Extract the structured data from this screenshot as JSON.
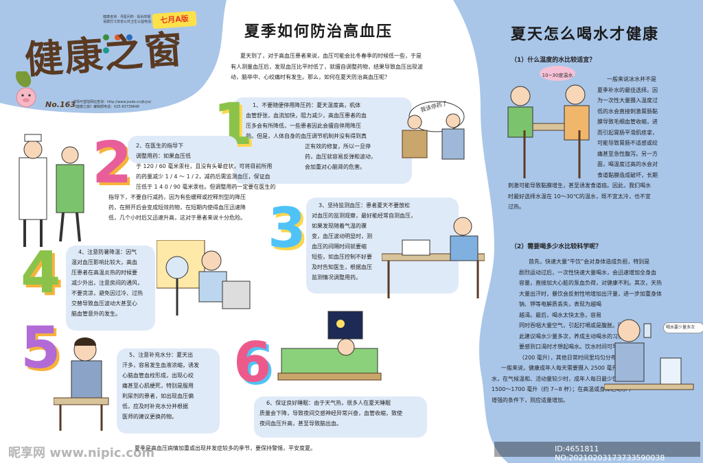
{
  "masthead": {
    "title": "健康之窗",
    "edition_badge": "七月A版",
    "issue_no": "No.163",
    "top_lines": [
      "健康咨询 · 寻医问药 · 投诉举报",
      "请拨打江苏省公共卫生公益电话：12320"
    ],
    "bottom_lines": [
      "详情可登陆网站查询：http://www.jssdo.cn/jk/yx/",
      "《健康之窗》编辑部电话：025-83739648"
    ]
  },
  "article_left": {
    "title": "夏季如何防治高血压",
    "intro": [
      "夏天到了，对于高血压患者来说，血压可能会比冬春季的时候低一些，于是",
      "有人测量血压后，发现血压比平时低了，就擅自调整药物，结果导致血压出现波",
      "动，脑卒中、心绞痛时有发生。那么，如何在夏天防治高血压呢？"
    ],
    "p1": [
      "1、不要随便停用降压药：夏天温度高，机体",
      "血管舒张，血流加快，阻力减少，高血压患者的血",
      "压多会有所降低，一些患者因此会擅自停用降压",
      "药。但是，人体自身的血压调节机制并没有得到真",
      "正有效的修复，所以一旦停",
      "药，血压就容易反弹和波动，",
      "会加重对心脑肾的危害。"
    ],
    "p2": [
      "2、在医生的指导下",
      "调整用药：如果血压低",
      "于 120 / 60 毫米汞柱，且没有头晕症状，可将目前所用",
      "的药量减少 1 / 4 ～ 1 / 2，减药后需监测血压，保证血",
      "压低于 1 4 0 / 90 毫米汞柱。但调整用药一定要在医生的",
      "指导下，不要自行减药，因为有些缓释或控释剂型的降压",
      "药，在掰开后会变成短效药物，在短期内使得血压迅速降",
      "低，几个小时后又迅速升高，这对于患者来说十分危险。"
    ],
    "p3": [
      "3、坚持监测血压：患者夏天不要放松",
      "对血压的监测观察，最好能经常自测血压，",
      "如果发现随着气温的骤",
      "变，血压波动明显时，测",
      "血压的间隔时间就要缩",
      "短些，如血压控制不好要",
      "及时告知医生，根据血压",
      "监测情况调整用药。"
    ],
    "p4": [
      "4、注意防暑降温：因气",
      "温对血压影响比较大，高血",
      "压患者在高温炎热的时候要",
      "减少外出，注意房间的通风，",
      "不要贪凉，避免因过冷、过热",
      "交替导致血压波动大甚至心",
      "脑血管意外的发生。"
    ],
    "p5": [
      "5、注意补充水分：夏天出",
      "汗多，容易发生血液浓缩，诱发",
      "心脑血管血栓形成，出现心绞",
      "痛甚至心肌梗死，特别是服用",
      "利尿剂的患者，如出现血压偏",
      "低，应及时补充水分并根据",
      "医师的建议更换药物。"
    ],
    "p6": [
      "6、保证良好睡眠：由于天气热，很多人在夏天睡眠",
      "质量会下降，导致夜间交感神经异常兴奋，血管收缩，致使",
      "夜间血压升高，甚至导致脑出血。"
    ],
    "footer": "夏季是高血压病情加重或出现并发症较多的季节，要保持警惕，平安度夏。",
    "speech_bubble": "我该停药了"
  },
  "article_right": {
    "title": "夏天怎么喝水才健康",
    "q1": "（1）什么温度的水比较适宜？",
    "bubble_temp": "10~30度温水",
    "a1": [
      "一般来说冰水并不是",
      "夏季补水的最佳选择。因",
      "为一次性大量摄入温度过",
      "低的水会直接刺激胃肠黏",
      "膜导致毛细血管收缩，进",
      "而引起胃肠平滑肌痉挛，",
      "可能导致胃肠不适感或绞",
      "痛甚至急性腹泻。另一方",
      "面，喝温度过高的水会对",
      "食道黏膜造成破坏，长期",
      "刺激可能导致黏膜增生，甚至诱发食道癌。因此，我们喝水",
      "时最好选择水温在 10～30℃的温水，既不宜太冷，也不宜",
      "过热。"
    ],
    "q2": "（2）需要喝多少水比较科学呢？",
    "a2": [
      "首先，快速大量“牛饮”会对身体造成负担，特别是",
      "剧烈运动过后，一次性快速大量喝水，会迅速增加全身血",
      "容量，直接加大心脏的泵血负荷，对健康不利。其次，天热",
      "大量出汗时，暴饮会反射性地增加出汗量，进一步加重身体",
      "钠、钾等电解质丢失，表现为越喝",
      "越渴。最后，喝水太快太急，容易",
      "同时吞咽大量空气，引起打嗝或是腹胀。因",
      "此建议喝水少量多次，养成主动喝水的习惯，不",
      "要感到口渴时才想起喝水。饮水时间可早晚各一杯",
      "（200 毫升），其他日常时间里均匀分布。",
      "一般来说，健康成年人每天需要摄入 2500 毫升左右",
      "水，在气候温和、活动量较少时，成年人每日最少饮水",
      "1500～1700 毫升（约 7~8 杯）；在高温或身体活动水平",
      "增强的条件下，则应适量增加。"
    ],
    "bubble_small": "喝水要少量多次"
  },
  "watermark": {
    "left": "昵享网 www.nipic.com",
    "right": "ID:4651811 NO:20210203173733590038"
  },
  "colors": {
    "panel_blue": "#a9c6e9",
    "bubble_blue": "#dfeaf8",
    "badge_bg": "#fde14a",
    "badge_text": "#e23b2a",
    "title_brown": "#5a3a22",
    "question_pill": "#a9c6e9"
  },
  "icons": [
    "doctor-illustration-icon",
    "elderly-couple-icon",
    "blood-pressure-monitor-icon",
    "fan-room-icon",
    "drinking-woman-icon",
    "sleeping-man-icon",
    "leaf-icon",
    "pig-mascot-icon"
  ]
}
